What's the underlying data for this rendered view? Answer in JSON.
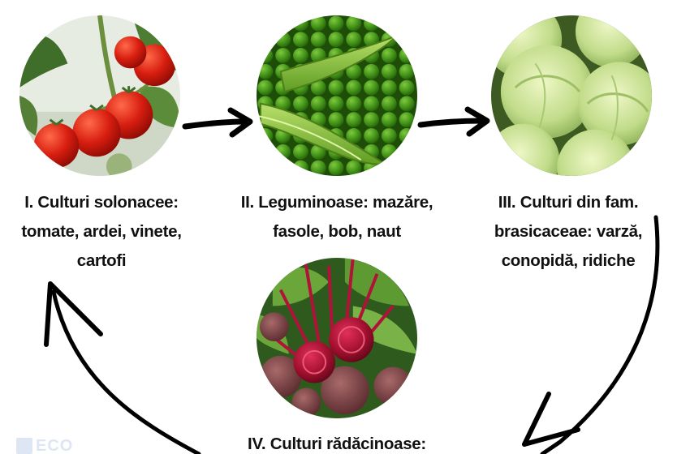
{
  "colors": {
    "background": "#ffffff",
    "text": "#111111",
    "arrow": "#000000",
    "logo": "#dde6f2"
  },
  "stages": [
    {
      "icon": "tomato-photo",
      "lines": [
        "I. Culturi solonacee:",
        "tomate, ardei, vinete,",
        "cartofi"
      ]
    },
    {
      "icon": "peas-photo",
      "lines": [
        "II. Leguminoase: mazăre,",
        "fasole, bob, naut"
      ]
    },
    {
      "icon": "cabbage-photo",
      "lines": [
        "III. Culturi din fam.",
        "brasicaceae: varză,",
        "conopidă, ridiche"
      ]
    },
    {
      "icon": "beetroot-photo",
      "lines": [
        "IV. Culturi rădăcinoase:"
      ]
    }
  ],
  "logo": {
    "text": "ECO"
  }
}
